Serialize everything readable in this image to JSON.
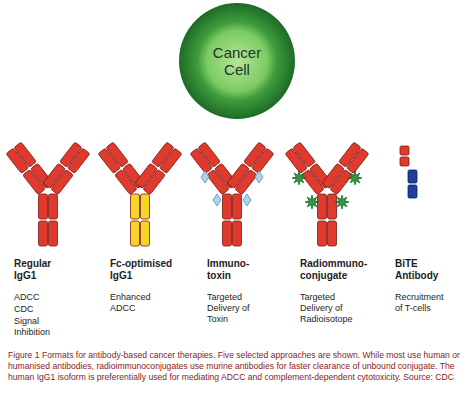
{
  "diagram": {
    "caption": "Figure 1 Formats for antibody-based cancer therapies. Five selected approaches are shown. While most use human or humanised antibodies, radioimmunoconjugates use murine antibodies for faster clearance of unbound conjugate. The human IgG1 isoform is preferentially used for mediating ADCC and complement-dependent cytotoxicity. Source: CDC",
    "nodes": [
      {
        "text": [
          "Cancer Cell"
        ]
      }
    ],
    "labels": [
      "Regular IgG1",
      "ADCC",
      "CDC",
      "Signal Inhibition",
      "Fc-optimised IgG1",
      "Enhanced ADCC",
      "Immuno- toxin",
      "Targeted Delivery of Toxin",
      "Radiommuno- conjugate",
      "Targeted Delivery of Radioisotope",
      "BiTE Antibody",
      "Recruitment of T-cells"
    ]
  }
}
